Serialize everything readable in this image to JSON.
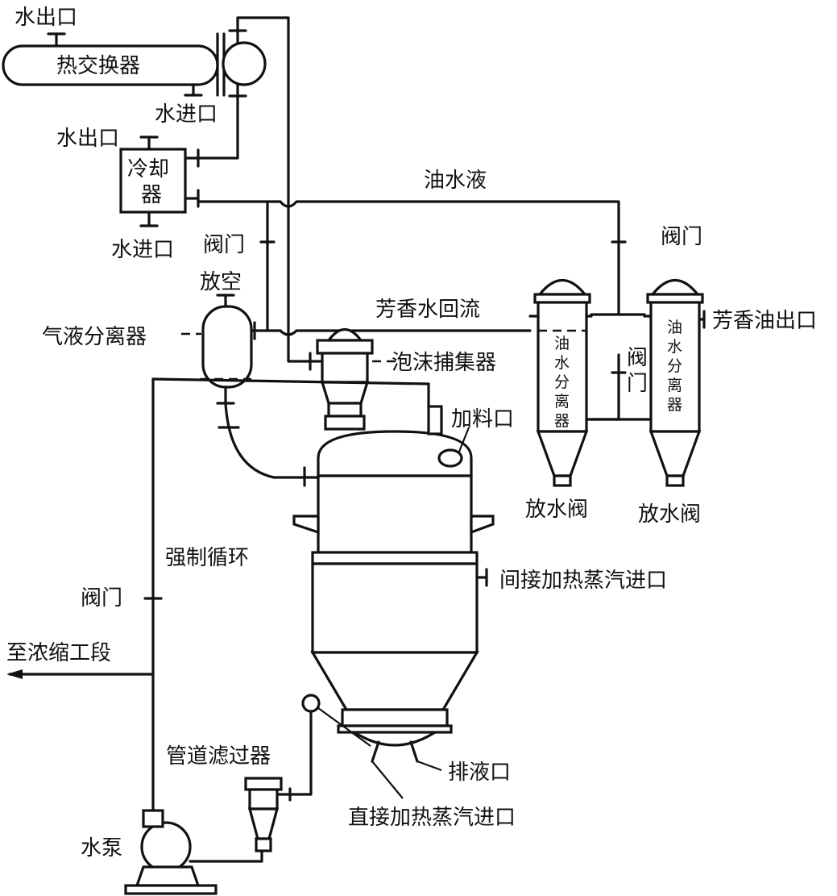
{
  "labels": {
    "water_out_1": "水出口",
    "heat_exchanger": "热交换器",
    "water_in_1": "水进口",
    "water_out_2": "水出口",
    "cooler_1": "冷却",
    "cooler_2": "器",
    "water_in_2": "水进口",
    "oil_water_liquid": "油水液",
    "valve_top": "阀门",
    "valve_right": "阀门",
    "vent": "放空",
    "gas_liquid_separator": "气液分离器",
    "aromatic_water_reflux": "芳香水回流",
    "foam_catcher": "泡沫捕集器",
    "feed_port": "加料口",
    "aromatic_oil_outlet": "芳香油出口",
    "ows_left": [
      "油",
      "水",
      "分",
      "离",
      "器"
    ],
    "ows_right": [
      "油",
      "水",
      "分",
      "离",
      "器"
    ],
    "valve_between": [
      "阀",
      "门"
    ],
    "drain_valve_1": "放水阀",
    "drain_valve_2": "放水阀",
    "forced_circulation": "强制循环",
    "indirect_steam_inlet": "间接加热蒸汽进口",
    "valve_left": "阀门",
    "to_concentration": "至浓缩工段",
    "pipe_filter": "管道滤过器",
    "discharge_port": "排液口",
    "direct_steam_inlet": "直接加热蒸汽进口",
    "water_pump": "水泵"
  }
}
